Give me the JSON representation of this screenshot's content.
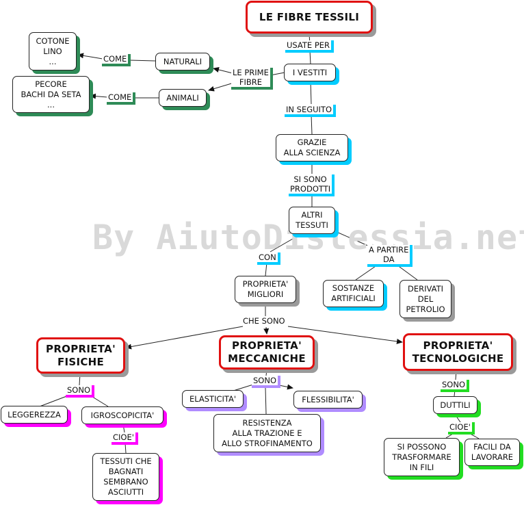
{
  "watermark": "By AiutoDislessia.net",
  "colors": {
    "title_border": "#e01010",
    "green": "#2e8b57",
    "cyan": "#00ccff",
    "magenta": "#ff00ff",
    "purple": "#b08cff",
    "lime": "#22dd22"
  },
  "nodes": {
    "title": "LE FIBRE TESSILI",
    "vestiti": "I VESTITI",
    "naturali": "NATURALI",
    "animali": "ANIMALI",
    "cotone": "COTONE\nLINO\n...",
    "pecore": "PECORE\nBACHI DA SETA\n...",
    "scienza": "GRAZIE\nALLA SCIENZA",
    "tessuti": "ALTRI\nTESSUTI",
    "migliori": "PROPRIETA'\nMIGLIORI",
    "sostanze": "SOSTANZE\nARTIFICIALI",
    "derivati": "DERIVATI\nDEL\nPETROLIO",
    "fisiche": "PROPRIETA'\nFISICHE",
    "meccaniche": "PROPRIETA'\nMECCANICHE",
    "tecnologiche": "PROPRIETA'\nTECNOLOGICHE",
    "leggerezza": "LEGGEREZZA",
    "igroscopicita": "IGROSCOPICITA'",
    "bagnati": "TESSUTI CHE\nBAGNATI\nSEMBRANO\nASCIUTTI",
    "elasticita": "ELASTICITA'",
    "flessibilita": "FLESSIBILITA'",
    "resistenza": "RESISTENZA\nALLA TRAZIONE E\nALLO STROFINAMENTO",
    "duttili": "DUTTILI",
    "trasformare": "SI POSSONO\nTRASFORMARE\nIN FILI",
    "facili": "FACILI DA\nLAVORARE"
  },
  "links": {
    "usate_per": "USATE PER",
    "le_prime_fibre": "LE PRIME\nFIBRE",
    "come1": "COME",
    "come2": "COME",
    "in_seguito": "IN SEGUITO",
    "si_sono_prodotti": "SI SONO\nPRODOTTI",
    "con": "CON",
    "a_partire_da": "A PARTIRE\nDA",
    "che_sono": "CHE SONO",
    "sono1": "SONO",
    "sono2": "SONO",
    "sono3": "SONO",
    "cioe1": "CIOE'",
    "cioe2": "CIOE'"
  }
}
